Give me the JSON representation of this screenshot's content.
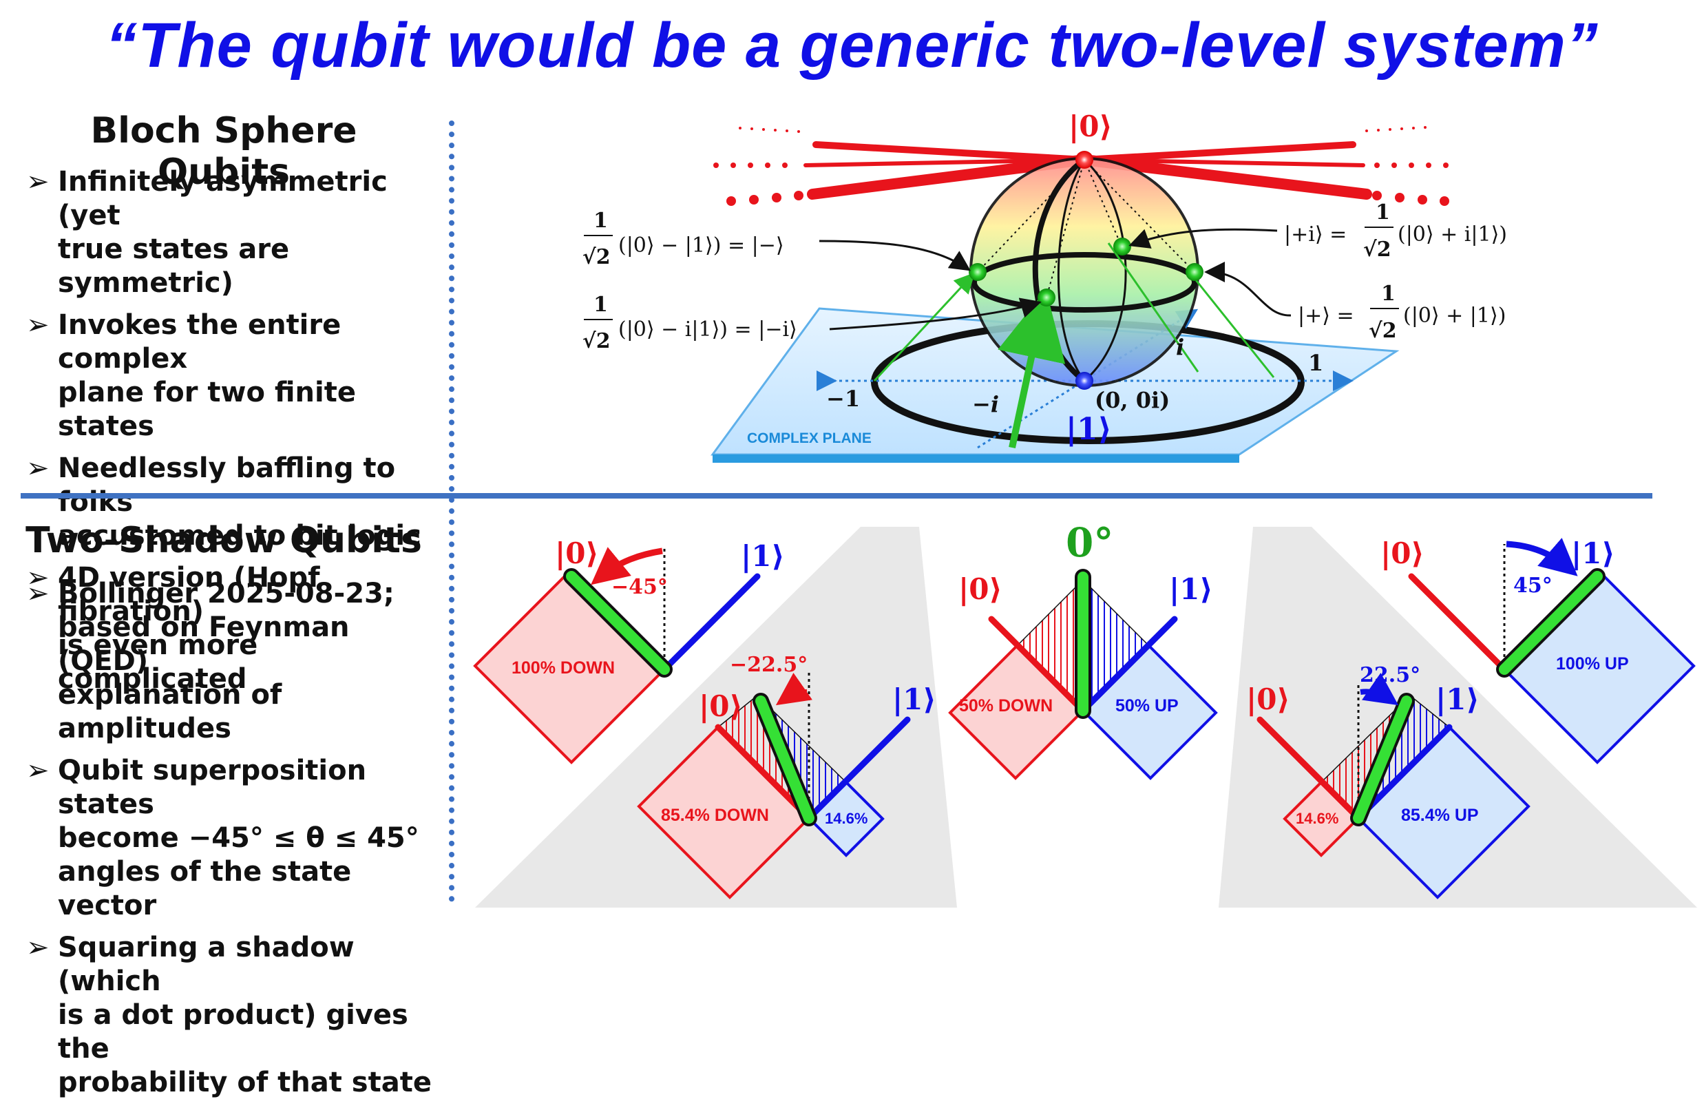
{
  "title": "“The qubit would be a generic two-level system”",
  "bloch": {
    "heading": "Bloch Sphere Qubits",
    "bullets": [
      {
        "line1": "Infinitely asymmetric (yet",
        "line2": "true states are symmetric)"
      },
      {
        "line1": "Invokes the entire complex",
        "line2": "plane for two finite states"
      },
      {
        "line1": "Needlessly baffling to folks",
        "line2": "accustomed to bit logic"
      },
      {
        "line1": "4D version (Hopf fibration)",
        "line2": "is even more complicated"
      }
    ],
    "diagram": {
      "top_state": "|0⟩",
      "bottom_state": "|1⟩",
      "origin": "(0, 0i)",
      "plane_label": "COMPLEX PLANE",
      "axis_neg1": "−1",
      "axis_pos1": "1",
      "axis_i": "i",
      "axis_neg_i": "−i",
      "eq_minus_lhs": "(|0⟩ − |1⟩) = |−⟩",
      "eq_minus_i_lhs": "(|0⟩ − i|1⟩) = |−i⟩",
      "eq_plus_i_lhs": "|+i⟩ =",
      "eq_plus_i_rhs": "(|0⟩ + i|1⟩)",
      "eq_plus_lhs": "|+⟩ =",
      "eq_plus_rhs": "(|0⟩ + |1⟩)",
      "frac_num": "1",
      "frac_den": "√2"
    }
  },
  "shadow": {
    "heading": "Two-Shadow Qubits",
    "bullets": [
      {
        "line1": "Bollinger 2025-08-23;",
        "line2": "based on Feynman (QED)",
        "line3": "explanation of amplitudes"
      },
      {
        "line1": "Qubit superposition states",
        "line2": "become −45° ≤ θ ≤ 45°",
        "line3": "angles of the state vector"
      },
      {
        "line1": "Squaring a shadow (which",
        "line2": "is a dot product) gives the",
        "line3": "probability of that state"
      }
    ],
    "diagrams": [
      {
        "angle": "−45°",
        "zero": "|0⟩",
        "one": "|1⟩",
        "down": "100% DOWN",
        "up": ""
      },
      {
        "angle": "−22.5°",
        "zero": "|0⟩",
        "one": "|1⟩",
        "down": "85.4% DOWN",
        "up": "14.6%"
      },
      {
        "angle": "0°",
        "zero": "|0⟩",
        "one": "|1⟩",
        "down": "50% DOWN",
        "up": "50% UP"
      },
      {
        "angle": "22.5°",
        "zero": "|0⟩",
        "one": "|1⟩",
        "down": "14.6%",
        "up": "85.4% UP"
      },
      {
        "angle": "45°",
        "zero": "|0⟩",
        "one": "|1⟩",
        "down": "",
        "up": "100% UP"
      }
    ]
  },
  "colors": {
    "title": "#1010e6",
    "zero": "#e8141c",
    "one": "#1010e6",
    "vector": "#2ee02e",
    "divider": "#3f72c2"
  }
}
